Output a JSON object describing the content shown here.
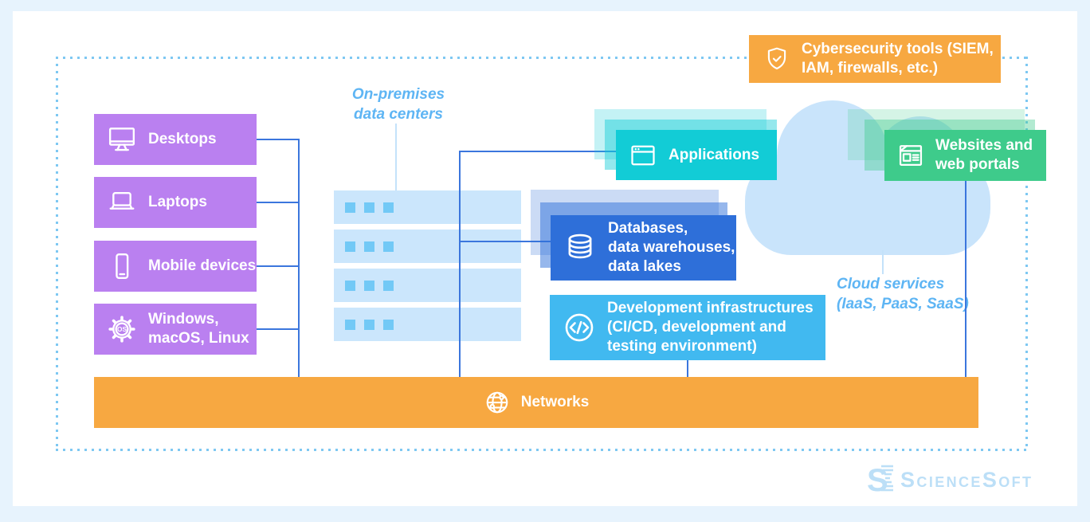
{
  "colors": {
    "background": "#e7f3fd",
    "card": "#ffffff",
    "dotted_border": "#7ec8f2",
    "devices_purple": "#ba80f0",
    "applications_teal": "#12ccd6",
    "websites_green": "#3ecb8b",
    "databases_blue": "#2e6fd9",
    "dev_infra_blue": "#41b9f0",
    "networks_orange": "#f7a841",
    "cybersecurity_orange": "#f7a841",
    "rack_fill": "#cbe6fc",
    "rack_led": "#72c9f6",
    "cloud_fill": "#c9e4fb",
    "connector_blue": "#3b76dd",
    "connector_light": "#c4e2fa",
    "note_label_blue": "#5eb5f4",
    "logo_blue": "#bcdff7"
  },
  "devices": {
    "items": [
      {
        "label": "Desktops",
        "icon": "desktop-monitor-icon"
      },
      {
        "label": "Laptops",
        "icon": "laptop-icon"
      },
      {
        "label": "Mobile devices",
        "icon": "mobile-phone-icon"
      },
      {
        "label": "Windows, macOS, Linux",
        "icon": "os-gear-icon"
      }
    ]
  },
  "on_premises": {
    "line1": "On-premises",
    "line2": "data centers"
  },
  "cloud_services": {
    "line1": "Cloud services",
    "line2": "(IaaS, PaaS, SaaS)"
  },
  "boxes": {
    "applications": {
      "label": "Applications",
      "icon": "browser-window-icon"
    },
    "websites": {
      "line1": "Websites and",
      "line2": "web portals",
      "icon": "webpage-icon"
    },
    "databases": {
      "line1": "Databases,",
      "line2": "data warehouses,",
      "line3": "data lakes",
      "icon": "database-icon"
    },
    "dev_infra": {
      "line1": "Development infrastructures",
      "line2": "(CI/CD, development and",
      "line3": "testing environment)",
      "icon": "code-icon"
    },
    "cybersecurity": {
      "line1": "Cybersecurity tools (SIEM,",
      "line2": "IAM, firewalls, etc.)",
      "icon": "shield-check-icon"
    },
    "networks": {
      "label": "Networks",
      "icon": "globe-icon"
    }
  },
  "logo": {
    "brand": "ScienceSoft",
    "part1": "S",
    "part2": "CIENCE",
    "part3": "S",
    "part4": "OFT"
  }
}
